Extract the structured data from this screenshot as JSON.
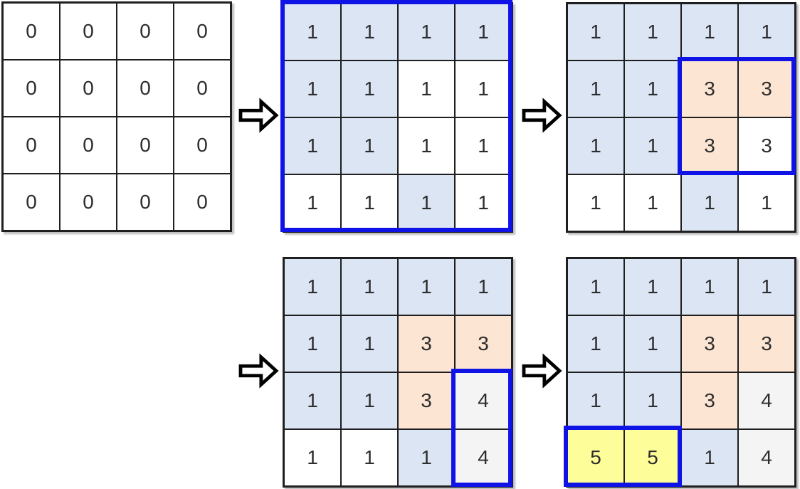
{
  "diagram": {
    "description": "Five 4x4 matrices connected by right-pointing block arrows showing successive update steps",
    "colors": {
      "cell_white": "#ffffff",
      "cell_blue": "#dbe5f4",
      "cell_orange": "#fce5d2",
      "cell_gray": "#f4f4f4",
      "cell_yellow": "#fdfd99",
      "highlight_border": "#1013e6",
      "grid_line": "#1f1f1f",
      "number_color": "#2d2d2d"
    },
    "grids": [
      {
        "name": "step-1-initial-zeros",
        "values": [
          [
            "0",
            "0",
            "0",
            "0"
          ],
          [
            "0",
            "0",
            "0",
            "0"
          ],
          [
            "0",
            "0",
            "0",
            "0"
          ],
          [
            "0",
            "0",
            "0",
            "0"
          ]
        ],
        "fills": [
          [
            "white",
            "white",
            "white",
            "white"
          ],
          [
            "white",
            "white",
            "white",
            "white"
          ],
          [
            "white",
            "white",
            "white",
            "white"
          ],
          [
            "white",
            "white",
            "white",
            "white"
          ]
        ],
        "highlight": null
      },
      {
        "name": "step-2-all-ones-full-grid-selected",
        "values": [
          [
            "1",
            "1",
            "1",
            "1"
          ],
          [
            "1",
            "1",
            "1",
            "1"
          ],
          [
            "1",
            "1",
            "1",
            "1"
          ],
          [
            "1",
            "1",
            "1",
            "1"
          ]
        ],
        "fills": [
          [
            "blue",
            "blue",
            "blue",
            "blue"
          ],
          [
            "blue",
            "blue",
            "white",
            "white"
          ],
          [
            "blue",
            "blue",
            "white",
            "white"
          ],
          [
            "white",
            "white",
            "blue",
            "white"
          ]
        ],
        "highlight": {
          "row": 0,
          "col": 0,
          "rows": 4,
          "cols": 4
        }
      },
      {
        "name": "step-3-threes-block-selected",
        "values": [
          [
            "1",
            "1",
            "1",
            "1"
          ],
          [
            "1",
            "1",
            "3",
            "3"
          ],
          [
            "1",
            "1",
            "3",
            "3"
          ],
          [
            "1",
            "1",
            "1",
            "1"
          ]
        ],
        "fills": [
          [
            "blue",
            "blue",
            "blue",
            "blue"
          ],
          [
            "blue",
            "blue",
            "orange",
            "orange"
          ],
          [
            "blue",
            "blue",
            "orange",
            "white"
          ],
          [
            "white",
            "white",
            "blue",
            "white"
          ]
        ],
        "highlight": {
          "row": 1,
          "col": 2,
          "rows": 2,
          "cols": 2
        }
      },
      {
        "name": "step-4-fours-column-selected",
        "values": [
          [
            "1",
            "1",
            "1",
            "1"
          ],
          [
            "1",
            "1",
            "3",
            "3"
          ],
          [
            "1",
            "1",
            "3",
            "4"
          ],
          [
            "1",
            "1",
            "1",
            "4"
          ]
        ],
        "fills": [
          [
            "blue",
            "blue",
            "blue",
            "blue"
          ],
          [
            "blue",
            "blue",
            "orange",
            "orange"
          ],
          [
            "blue",
            "blue",
            "orange",
            "gray"
          ],
          [
            "white",
            "white",
            "blue",
            "gray"
          ]
        ],
        "highlight": {
          "row": 2,
          "col": 3,
          "rows": 2,
          "cols": 1
        }
      },
      {
        "name": "step-5-fives-row-selected",
        "values": [
          [
            "1",
            "1",
            "1",
            "1"
          ],
          [
            "1",
            "1",
            "3",
            "3"
          ],
          [
            "1",
            "1",
            "3",
            "4"
          ],
          [
            "5",
            "5",
            "1",
            "4"
          ]
        ],
        "fills": [
          [
            "blue",
            "blue",
            "blue",
            "blue"
          ],
          [
            "blue",
            "blue",
            "orange",
            "orange"
          ],
          [
            "blue",
            "blue",
            "orange",
            "gray"
          ],
          [
            "yellow",
            "yellow",
            "blue",
            "gray"
          ]
        ],
        "highlight": {
          "row": 3,
          "col": 0,
          "rows": 1,
          "cols": 2
        }
      }
    ],
    "arrows": [
      {
        "icon": "block-arrow-right-icon"
      },
      {
        "icon": "block-arrow-right-icon"
      },
      {
        "icon": "block-arrow-right-icon"
      },
      {
        "icon": "block-arrow-right-icon"
      }
    ]
  }
}
